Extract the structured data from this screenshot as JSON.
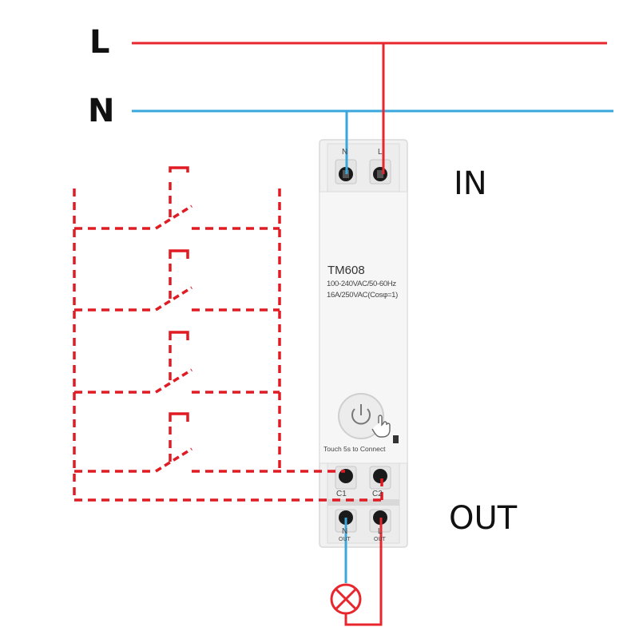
{
  "lines": {
    "live_label": "L",
    "neutral_label": "N",
    "live_color": "#e8262d",
    "neutral_color": "#3aa7dc",
    "switch_color": "#e01b24"
  },
  "labels": {
    "in": "IN",
    "out": "OUT"
  },
  "device": {
    "model": "TM608",
    "rating_voltage": "100-240VAC/50-60Hz",
    "rating_current": "16A/250VAC(Cosφ=1)",
    "touch_hint": "Touch 5s to Connect",
    "terminal_in_n": "N",
    "terminal_in_l": "L",
    "terminal_c1": "C1",
    "terminal_c2": "C2",
    "terminal_out_n": "N",
    "terminal_out_l": "L",
    "terminal_out_sub": "OUT",
    "power_icon": "power-icon",
    "hand_icon": "hand-touch-icon"
  },
  "load": {
    "icon": "lamp-icon"
  }
}
